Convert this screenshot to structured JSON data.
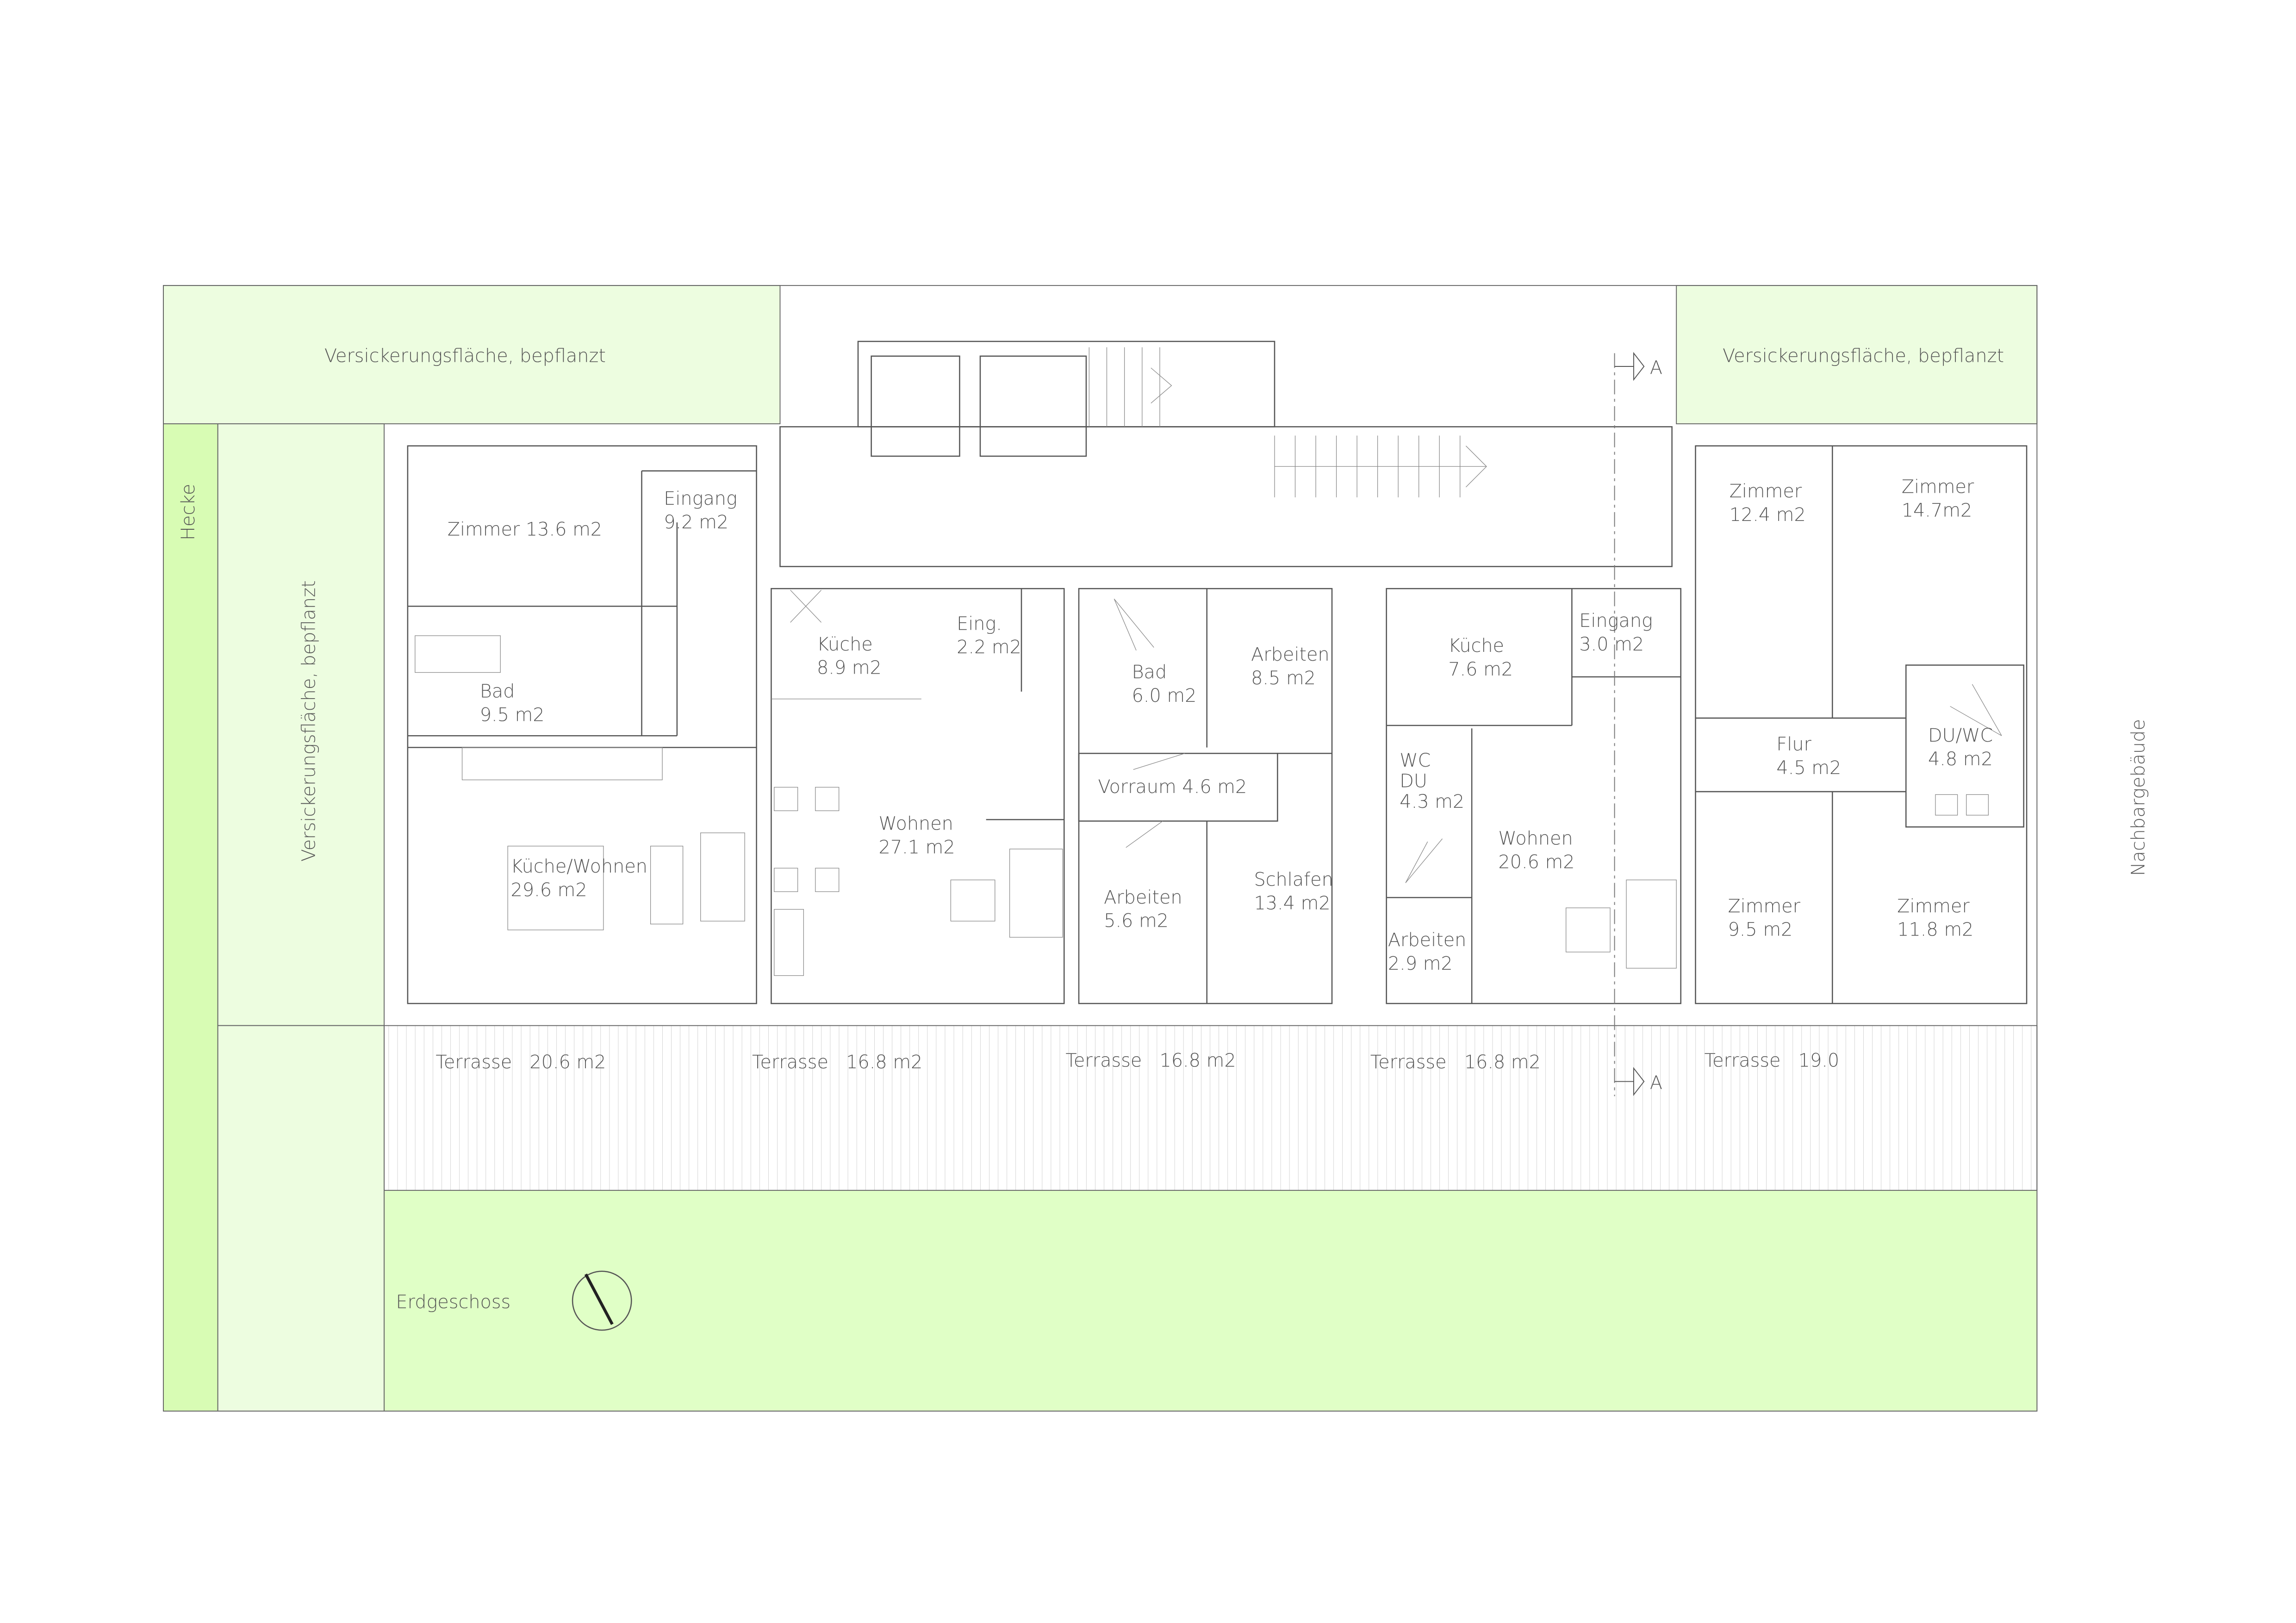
{
  "plan": {
    "title": "Erdgeschoss",
    "colors": {
      "lawn": "#e0ffc6",
      "hedge": "#d8fcb4",
      "planted": "#edfde0",
      "line": "#555555"
    },
    "zones": {
      "planted_top_left": "Versickerungsfläche, bepflanzt",
      "planted_top_right": "Versickerungsfläche, bepflanzt",
      "planted_left": "Versickerungsfläche, bepflanzt",
      "hedge": "Hecke",
      "neighbour": "Nachbargebäude"
    },
    "section_marker": "A",
    "rooms": [
      {
        "name": "Zimmer 13.6",
        "area": "m2"
      },
      {
        "name": "Eingang",
        "area": "9.2  m2"
      },
      {
        "name": "Bad",
        "area": "9.5  m2"
      },
      {
        "name": "Küche/Wohnen",
        "area": "29.6  m2"
      },
      {
        "name": "Küche",
        "area": "8.9  m2"
      },
      {
        "name": "Eing.",
        "area": "2.2  m2"
      },
      {
        "name": "Wohnen",
        "area": "27.1  m2"
      },
      {
        "name": "Bad",
        "area": "6.0  m2"
      },
      {
        "name": "Arbeiten",
        "area": "8.5  m2"
      },
      {
        "name": "Vorraum",
        "area": "4.6  m2"
      },
      {
        "name": "Arbeiten",
        "area": "5.6  m2"
      },
      {
        "name": "Schlafen",
        "area": "13.4  m2"
      },
      {
        "name": "Küche",
        "area": "7.6  m2"
      },
      {
        "name": "Eingang",
        "area": "3.0  m2"
      },
      {
        "name": "WC",
        "area": "DU"
      },
      {
        "name": "4.3  m2",
        "area": ""
      },
      {
        "name": "Wohnen",
        "area": "20.6  m2"
      },
      {
        "name": "Arbeiten",
        "area": "2.9  m2"
      },
      {
        "name": "Zimmer",
        "area": "12.4  m2"
      },
      {
        "name": "Zimmer",
        "area": "14.7m2"
      },
      {
        "name": "Flur",
        "area": "4.5  m2"
      },
      {
        "name": "DU/WC",
        "area": "4.8  m2"
      },
      {
        "name": "Zimmer",
        "area": "9.5  m2"
      },
      {
        "name": "Zimmer",
        "area": "11.8  m2"
      }
    ],
    "terraces": [
      {
        "name": "Terrasse",
        "area": "20.6  m2"
      },
      {
        "name": "Terrasse",
        "area": "16.8  m2"
      },
      {
        "name": "Terrasse",
        "area": "16.8  m2"
      },
      {
        "name": "Terrasse",
        "area": "16.8  m2"
      },
      {
        "name": "Terrasse",
        "area": "19.0"
      }
    ]
  }
}
